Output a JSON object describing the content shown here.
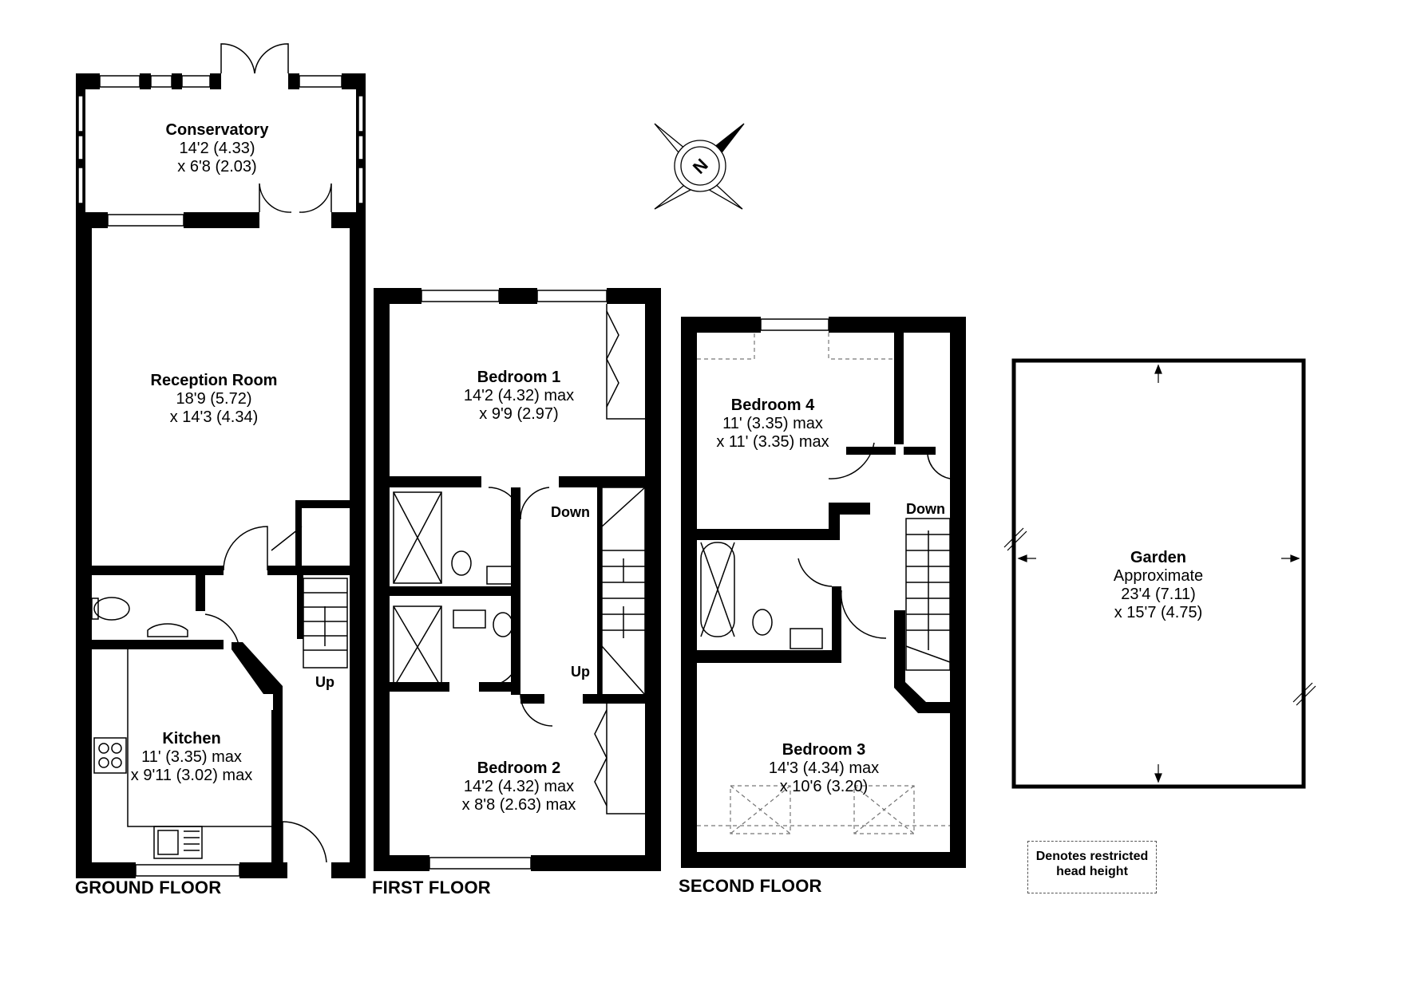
{
  "rooms": {
    "conservatory": {
      "name": "Conservatory",
      "dim1": "14'2 (4.33)",
      "dim2": "x 6'8 (2.03)"
    },
    "reception": {
      "name": "Reception Room",
      "dim1": "18'9 (5.72)",
      "dim2": "x 14'3 (4.34)"
    },
    "kitchen": {
      "name": "Kitchen",
      "dim1": "11' (3.35) max",
      "dim2": "x 9'11 (3.02) max"
    },
    "bedroom1": {
      "name": "Bedroom 1",
      "dim1": "14'2 (4.32) max",
      "dim2": "x 9'9 (2.97)"
    },
    "bedroom2": {
      "name": "Bedroom 2",
      "dim1": "14'2 (4.32) max",
      "dim2": "x 8'8 (2.63) max"
    },
    "bedroom4": {
      "name": "Bedroom 4",
      "dim1": "11' (3.35) max",
      "dim2": "x 11' (3.35) max"
    },
    "bedroom3": {
      "name": "Bedroom 3",
      "dim1": "14'3 (4.34) max",
      "dim2": "x 10'6 (3.20)"
    },
    "garden": {
      "name": "Garden",
      "sub": "Approximate",
      "dim1": "23'4 (7.11)",
      "dim2": "x 15'7 (4.75)"
    }
  },
  "stairs": {
    "ground_up": "Up",
    "first_down": "Down",
    "first_up": "Up",
    "second_down": "Down"
  },
  "floors": {
    "ground": "GROUND FLOOR",
    "first": "FIRST FLOOR",
    "second": "SECOND FLOOR"
  },
  "key": {
    "line1": "Denotes restricted",
    "line2": "head height"
  },
  "compass": {
    "label": "N"
  }
}
